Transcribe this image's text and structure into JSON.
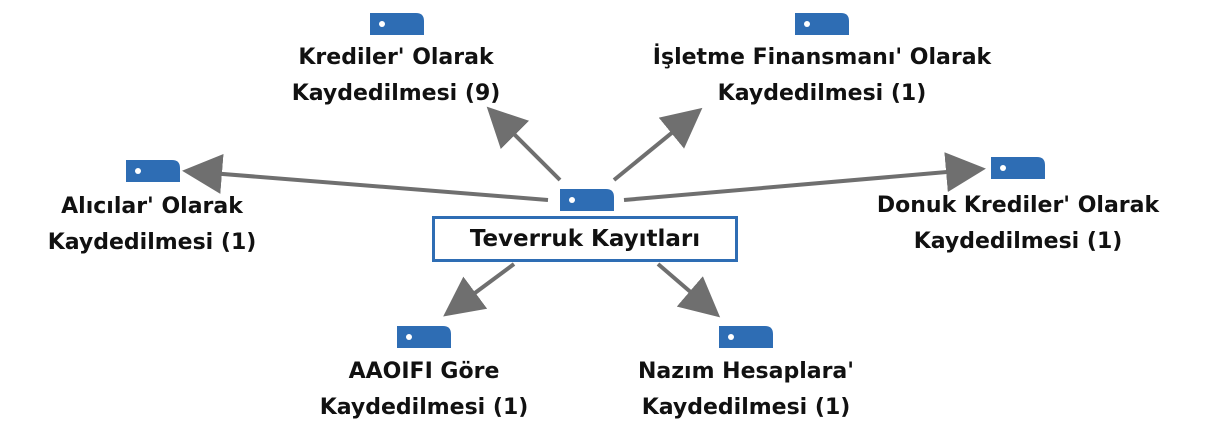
{
  "colors": {
    "icon_fill": "#2e6db4",
    "box_border": "#2e6db4",
    "arrow": "#6f6f6f",
    "text": "#111111"
  },
  "center": {
    "label": "Teverruk Kayıtları",
    "icon": "tag-icon"
  },
  "nodes": [
    {
      "id": "krediler",
      "line1": "Krediler' Olarak",
      "line2": "Kaydedilmesi (9)",
      "icon": "tag-icon"
    },
    {
      "id": "isletme",
      "line1": "İşletme Finansmanı' Olarak",
      "line2": "Kaydedilmesi (1)",
      "icon": "tag-icon"
    },
    {
      "id": "alicilar",
      "line1": "Alıcılar' Olarak",
      "line2": "Kaydedilmesi (1)",
      "icon": "tag-icon"
    },
    {
      "id": "donuk",
      "line1": "Donuk Krediler' Olarak",
      "line2": "Kaydedilmesi (1)",
      "icon": "tag-icon"
    },
    {
      "id": "aaoifi",
      "line1": "AAOIFI Göre",
      "line2": "Kaydedilmesi (1)",
      "icon": "tag-icon"
    },
    {
      "id": "nazim",
      "line1": "Nazım Hesaplara'",
      "line2": "Kaydedilmesi (1)",
      "icon": "tag-icon"
    }
  ]
}
